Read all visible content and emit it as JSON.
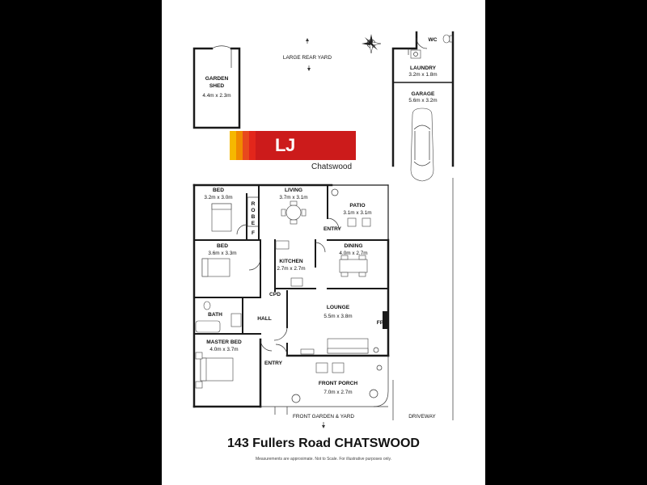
{
  "brand": {
    "name": "LJ Hooker",
    "office": "Chatswood",
    "colors": [
      "#f6b800",
      "#f08a00",
      "#e8491d",
      "#e3261b",
      "#cc1b1b"
    ]
  },
  "address": "143 Fullers Road CHATSWOOD",
  "disclaimer": "Measurements are approximate. Not to Scale. For illustrative purposes only.",
  "outdoor": {
    "rear_yard": "LARGE REAR YARD",
    "front_garden": "FRONT GARDEN & YARD",
    "driveway": "DRIVEWAY"
  },
  "rooms": {
    "garden_shed": {
      "name_line1": "GARDEN",
      "name_line2": "SHED",
      "dims": "4.4m x 2.3m"
    },
    "wc": {
      "name": "WC"
    },
    "laundry": {
      "name": "LAUNDRY",
      "dims": "3.2m x 1.8m"
    },
    "garage": {
      "name": "GARAGE",
      "dims": "5.6m x 3.2m"
    },
    "bed1": {
      "name": "BED",
      "dims": "3.2m x 3.0m"
    },
    "living": {
      "name": "LIVING",
      "dims": "3.7m x 3.1m"
    },
    "patio": {
      "name": "PATIO",
      "dims": "3.1m x 3.1m"
    },
    "robe": {
      "name_chars": [
        "R",
        "O",
        "B",
        "E"
      ],
      "fridge": "F"
    },
    "entry_rear": {
      "name": "ENTRY"
    },
    "bed2": {
      "name": "BED",
      "dims": "3.6m x 3.3m"
    },
    "kitchen": {
      "name": "KITCHEN",
      "dims": "2.7m x 2.7m"
    },
    "dining": {
      "name": "DINING",
      "dims": "4.0m x 2.7m"
    },
    "cpd": {
      "name": "CPD"
    },
    "bath": {
      "name": "BATH"
    },
    "hall": {
      "name": "HALL"
    },
    "lounge": {
      "name": "LOUNGE",
      "dims": "5.5m x 3.8m"
    },
    "fireplace": {
      "name": "FP"
    },
    "master_bed": {
      "name": "MASTER BED",
      "dims": "4.0m x 3.7m"
    },
    "entry_front": {
      "name": "ENTRY"
    },
    "front_porch": {
      "name": "FRONT PORCH",
      "dims": "7.0m x 2.7m"
    }
  },
  "icons": [
    "compass-rose-icon",
    "car-icon",
    "bed-icon",
    "dining-table-icon",
    "sofa-icon",
    "bathtub-icon",
    "toilet-icon",
    "plant-icon"
  ]
}
